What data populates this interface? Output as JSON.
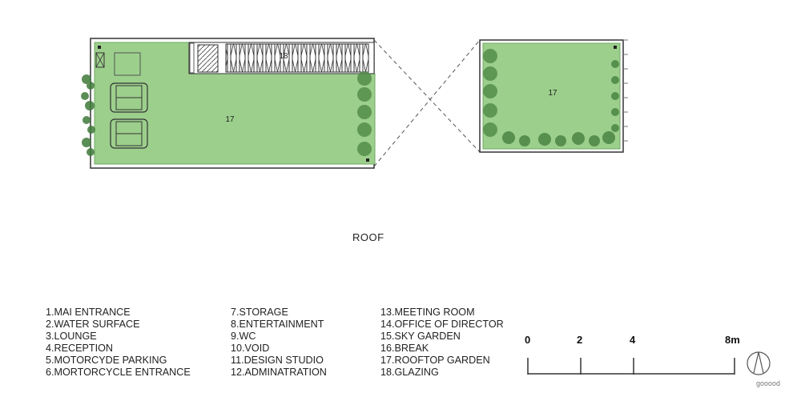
{
  "drawing": {
    "title": "ROOF",
    "plan_left": {
      "zone_main": "17",
      "zone_glazing": "18"
    },
    "plan_right": {
      "zone_main": "17"
    }
  },
  "legend": {
    "col1": [
      "1.MAI ENTRANCE",
      "2.WATER SURFACE",
      "3.LOUNGE",
      "4.RECEPTION",
      "5.MOTORCYDE PARKING",
      "6.MORTORCYCLE ENTRANCE"
    ],
    "col2": [
      "7.STORAGE",
      "8.ENTERTAINMENT",
      "9.WC",
      "10.VOID",
      "11.DESIGN STUDIO",
      "12.ADMINATRATION"
    ],
    "col3": [
      "13.MEETING ROOM",
      "14.OFFICE OF DIRECTOR",
      "15.SKY GARDEN",
      "16.BREAK",
      "17.ROOFTOP GARDEN",
      "18.GLAZING"
    ]
  },
  "scale_bar": {
    "labels": [
      "0",
      "2",
      "4",
      "8m"
    ]
  },
  "compass": {
    "watermark": "gooood"
  },
  "colors": {
    "garden": "#9ccf8c",
    "garden_edge": "#6fa963",
    "plant": "#3f7a3a",
    "line": "#333333"
  }
}
